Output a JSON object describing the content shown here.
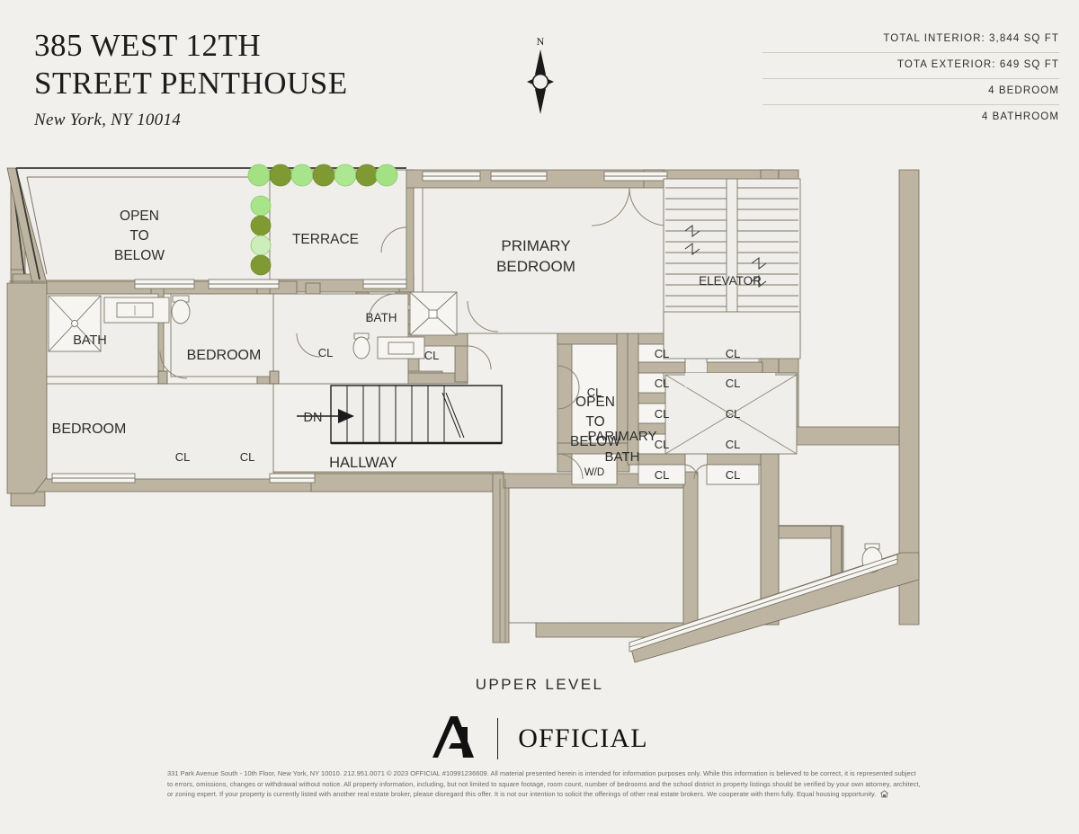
{
  "header": {
    "title_line1": "385 WEST 12TH",
    "title_line2": "STREET PENTHOUSE",
    "subtitle": "New York, NY 10014",
    "compass_label": "N",
    "compass_icon": "compass-rose-icon",
    "specs": [
      "TOTAL INTERIOR: 3,844 SQ FT",
      "TOTA EXTERIOR: 649 SQ FT",
      "4 BEDROOM",
      "4 BATHROOM"
    ]
  },
  "plan": {
    "level_label": "UPPER LEVEL",
    "rooms": {
      "open_to_below_top": "OPEN\nTO\nBELOW",
      "open_to_below_top_l1": "OPEN",
      "open_to_below_top_l2": "TO",
      "open_to_below_top_l3": "BELOW",
      "terrace": "TERRACE",
      "primary_bedroom_l1": "PRIMARY",
      "primary_bedroom_l2": "BEDROOM",
      "bath_left": "BATH",
      "bedroom_upper": "BEDROOM",
      "bedroom_lower": "BEDROOM",
      "bath_center": "BATH",
      "hallway": "HALLWAY",
      "stairs_down": "DN",
      "washer_dryer": "W/D",
      "elevator": "ELEVATOR",
      "primary_bath_l1": "PARIMARY",
      "primary_bath_l2": "BATH",
      "open_to_below_bottom_l1": "OPEN",
      "open_to_below_bottom_l2": "TO",
      "open_to_below_bottom_l3": "BELOW",
      "closet": "CL"
    },
    "closet_labels": [
      "CL",
      "CL",
      "CL",
      "CL",
      "CL",
      "CL",
      "CL",
      "CL",
      "CL",
      "CL",
      "CL",
      "CL"
    ],
    "colors": {
      "page_background": "#f2f0ec",
      "wall_fill": "#bdb5a2",
      "wall_stroke": "#6e6956",
      "room_fill": "#f0eeea",
      "fixture_stroke": "#7b7767",
      "plant_light": "#a4e084",
      "plant_dark": "#7f9a33",
      "text": "#2d2d2d"
    }
  },
  "brand": {
    "mark": "A",
    "name": "OFFICIAL"
  },
  "legal": {
    "text": "331 Park Avenue South - 10th Floor, New York, NY 10010. 212.951.0071 © 2023 OFFICIAL #10991236609. All material presented herein is intended for information purposes only. While this information is believed to be correct, it is represented subject to errors, omissions, changes or withdrawal without notice. All property information, including, but not limited to square footage, room count, number of bedrooms and the school district in property listings should be verified by your own attorney, architect, or zoning expert. If your property is currently listed with another real estate broker, please disregard this offer. It is not our intention to solicit the offerings of other real estate brokers. We cooperate with them fully. Equal housing opportunity.",
    "eho_icon": "equal-housing-opportunity-icon"
  }
}
